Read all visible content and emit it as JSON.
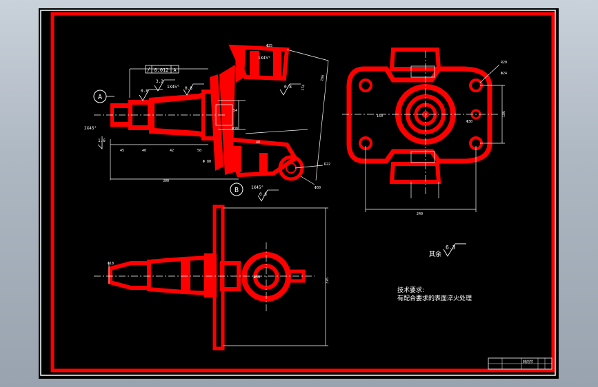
{
  "drawing": {
    "notes": {
      "title": "技术要求:",
      "line1": "有配合要求的表面淬火处理"
    },
    "roughness_other": {
      "label": "其余",
      "value": "6.3"
    },
    "datums": {
      "a": "A",
      "b": "B"
    },
    "tolerance": {
      "symbol": "/",
      "value": "0.012",
      "datum": "A"
    },
    "chamfers": {
      "c1": "1X45°",
      "c2": "2X45°",
      "c3": "1X45°",
      "c4": "1X45°"
    },
    "roughness": {
      "r1": "0.8",
      "r2": "3.2",
      "r3": "0.8",
      "r4": "0.8",
      "r5": "0.8",
      "r6": "1.6"
    },
    "title_block": {
      "cell": "转向节"
    },
    "colors": {
      "geometry": "#ff0000",
      "lines": "#ffffff",
      "background": "#000000"
    }
  }
}
